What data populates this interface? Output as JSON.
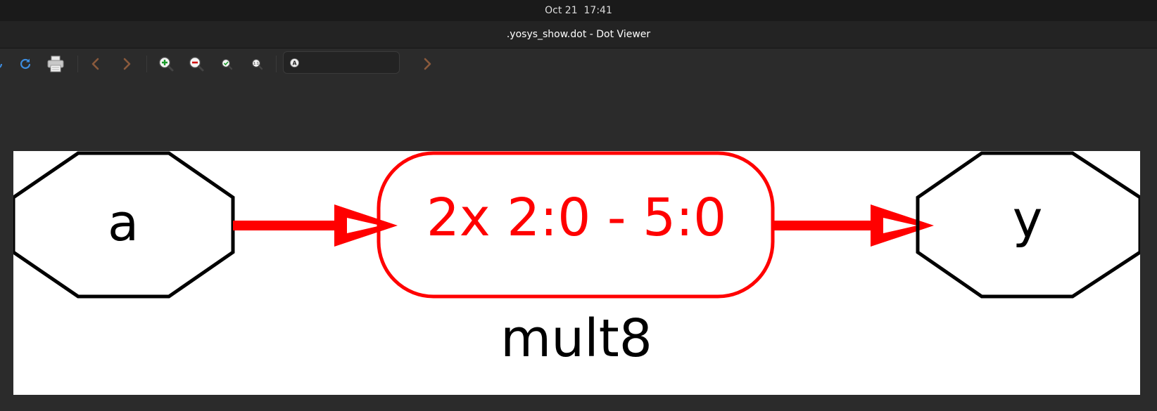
{
  "system": {
    "datetime": "Oct 21  17:41"
  },
  "window": {
    "title": ".yosys_show.dot - Dot Viewer"
  },
  "toolbar": {
    "buttons": [
      "reload-icon",
      "print-icon",
      "back-icon",
      "forward-icon",
      "zoom-in-icon",
      "zoom-out-icon",
      "zoom-fit-icon",
      "zoom-100-icon"
    ],
    "search_value": "",
    "search_icon": "find-icon",
    "find_next_icon": "chevron-right-icon"
  },
  "graph": {
    "input_node": "a",
    "cell_node": "2x 2:0 - 5:0",
    "output_node": "y",
    "module_label": "mult8",
    "edge_color": "#ff0000",
    "node_color": "#000000"
  }
}
